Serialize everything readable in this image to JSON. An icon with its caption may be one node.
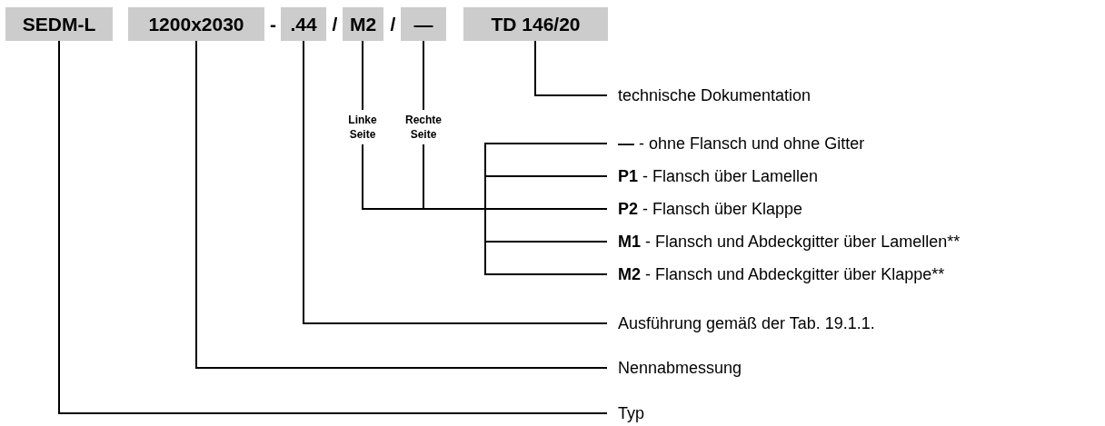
{
  "diagram": {
    "nodes": [
      {
        "text": [
          "SEDM-L"
        ]
      },
      {
        "text": [
          "1200x2030"
        ]
      },
      {
        "text": [
          ".44"
        ]
      },
      {
        "text": [
          "M2"
        ]
      },
      {
        "text": [
          "—"
        ]
      },
      {
        "text": [
          "TD 146/20"
        ]
      },
      {
        "text": [
          "technische Dokumentation"
        ]
      },
      {
        "text": [
          "Linke Seite"
        ]
      },
      {
        "text": [
          "Rechte Seite"
        ]
      },
      {
        "text": [
          "**—** - ohne Flansch und ohne Gitter"
        ]
      },
      {
        "text": [
          "**P1** - Flansch über Lamellen"
        ]
      },
      {
        "text": [
          "**P2** - Flansch über Klappe"
        ]
      },
      {
        "text": [
          "**M1** - Flansch und Abdeckgitter über Lamellen**"
        ]
      },
      {
        "text": [
          "**M2** - Flansch und Abdeckgitter über Klappe**"
        ]
      },
      {
        "text": [
          "Ausführung gemäß der Tab. 19.1.1."
        ]
      },
      {
        "text": [
          "Nennabmessung"
        ]
      },
      {
        "text": [
          "Typ"
        ]
      }
    ],
    "edges": [
      {
        "from": 5,
        "to": 6,
        "arrow": "none"
      },
      {
        "from": 3,
        "to": 7,
        "arrow": "none"
      },
      {
        "from": 4,
        "to": 8,
        "arrow": "none"
      },
      {
        "from": 7,
        "to": 9,
        "arrow": "none"
      },
      {
        "from": 7,
        "to": 10,
        "arrow": "none"
      },
      {
        "from": 7,
        "to": 11,
        "arrow": "none"
      },
      {
        "from": 7,
        "to": 12,
        "arrow": "none"
      },
      {
        "from": 7,
        "to": 13,
        "arrow": "none"
      },
      {
        "from": 8,
        "to": 9,
        "arrow": "none"
      },
      {
        "from": 8,
        "to": 10,
        "arrow": "none"
      },
      {
        "from": 8,
        "to": 11,
        "arrow": "none"
      },
      {
        "from": 8,
        "to": 12,
        "arrow": "none"
      },
      {
        "from": 8,
        "to": 13,
        "arrow": "none"
      },
      {
        "from": 2,
        "to": 14,
        "arrow": "none"
      },
      {
        "from": 1,
        "to": 15,
        "arrow": "none"
      },
      {
        "from": 0,
        "to": 16,
        "arrow": "none"
      }
    ],
    "labels": [
      "-",
      "/",
      "/"
    ]
  }
}
